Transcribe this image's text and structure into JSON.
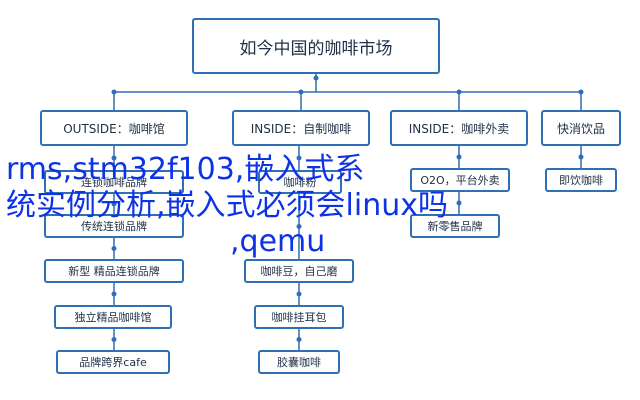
{
  "diagram": {
    "root": "如今中国的咖啡市场",
    "categories": [
      {
        "label": "OUTSIDE：咖啡馆",
        "children": [
          "连锁咖啡品牌",
          "传统连锁品牌",
          "新型 精品连锁品牌",
          "独立精品咖啡馆",
          "品牌跨界cafe"
        ]
      },
      {
        "label": "INSIDE：自制咖啡",
        "children": [
          "咖啡粉",
          "咖啡豆，自己磨",
          "咖啡挂耳包",
          "胶囊咖啡"
        ]
      },
      {
        "label": "INSIDE：咖啡外卖",
        "children": [
          "O2O，平台外卖",
          "新零售品牌"
        ]
      },
      {
        "label": "快消饮品",
        "children": [
          "即饮咖啡"
        ]
      }
    ]
  },
  "overlay_text": {
    "line1": "rms,stm32f103,嵌入式系",
    "line2": "统实例分析,嵌入式必须会linux吗",
    "line3": ",qemu"
  },
  "colors": {
    "box_border": "#2f6fb3",
    "connector": "#2f6fb3",
    "box_text": "#1f2f45",
    "overlay_text": "#0d33e6"
  }
}
